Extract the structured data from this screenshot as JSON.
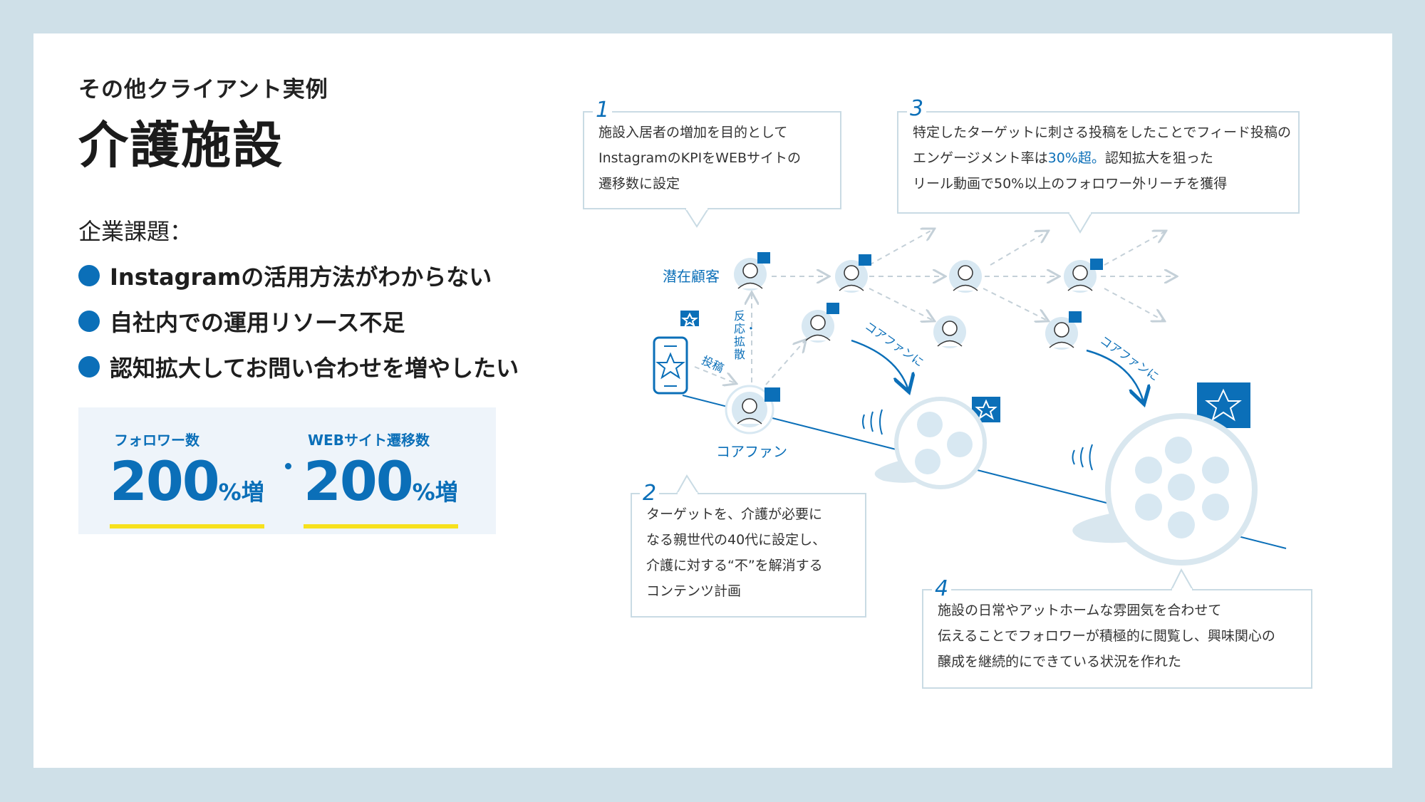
{
  "header": {
    "subtitle": "その他クライアント実例",
    "title": "介護施設"
  },
  "issues": {
    "label": "企業課題：",
    "items": [
      "Instagramの活用方法がわからない",
      "自社内での運用リソース不足",
      "認知拡大してお問い合わせを増やしたい"
    ]
  },
  "results": [
    {
      "label": "フォロワー数",
      "value": "200",
      "unit": "%増"
    },
    {
      "label": "WEBサイト遷移数",
      "value": "200",
      "unit": "%増"
    }
  ],
  "steps": [
    {
      "number": "1",
      "lines": [
        "施設入居者の増加を目的として",
        "InstagramのKPIをWEBサイトの",
        "遷移数に設定"
      ]
    },
    {
      "number": "2",
      "lines": [
        "ターゲットを、介護が必要に",
        "なる親世代の40代に設定し、",
        "介護に対する“不”を解消する",
        "コンテンツ計画"
      ]
    },
    {
      "number": "3",
      "lines": [
        "特定したターゲットに刺さる投稿をしたことでフィード投稿の",
        "エンゲージメント率は",
        "30%超。",
        "認知拡大を狙った",
        "リール動画で50%以上のフォロワー外リーチを獲得"
      ]
    },
    {
      "number": "4",
      "lines": [
        "施設の日常やアットホームな雰囲気を合わせて",
        "伝えることでフォロワーが積極的に閲覧し、興味関心の",
        "醸成を継続的にできている状況を作れた"
      ]
    }
  ],
  "diagram_labels": {
    "potential": "潜在顧客",
    "core": "コアファン",
    "post": "投稿",
    "react": "反応・拡散",
    "corefan_arrow": "コアファンに"
  },
  "colors": {
    "accent": "#0b6fb8",
    "highlight": "#f7e11c",
    "background": "#cfe0e8",
    "bubble_border": "#c9dbe4"
  }
}
